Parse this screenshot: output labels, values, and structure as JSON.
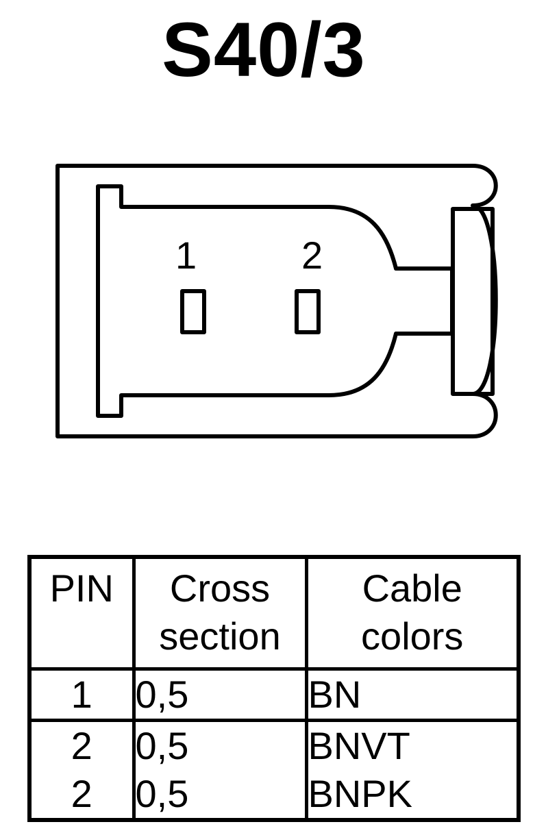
{
  "title": "S40/3",
  "connector": {
    "pin_labels": [
      "1",
      "2"
    ]
  },
  "table": {
    "headers": {
      "pin": "PIN",
      "cross_section": [
        "Cross",
        "section"
      ],
      "cable_colors": [
        "Cable",
        "colors"
      ]
    },
    "rows": [
      {
        "pin": "1",
        "cross_section": "0,5",
        "color": "BN"
      },
      {
        "pin": "2",
        "cross_section": "0,5",
        "color": "BNVT"
      },
      {
        "pin": "2",
        "cross_section": "0,5",
        "color": "BNPK"
      }
    ]
  }
}
